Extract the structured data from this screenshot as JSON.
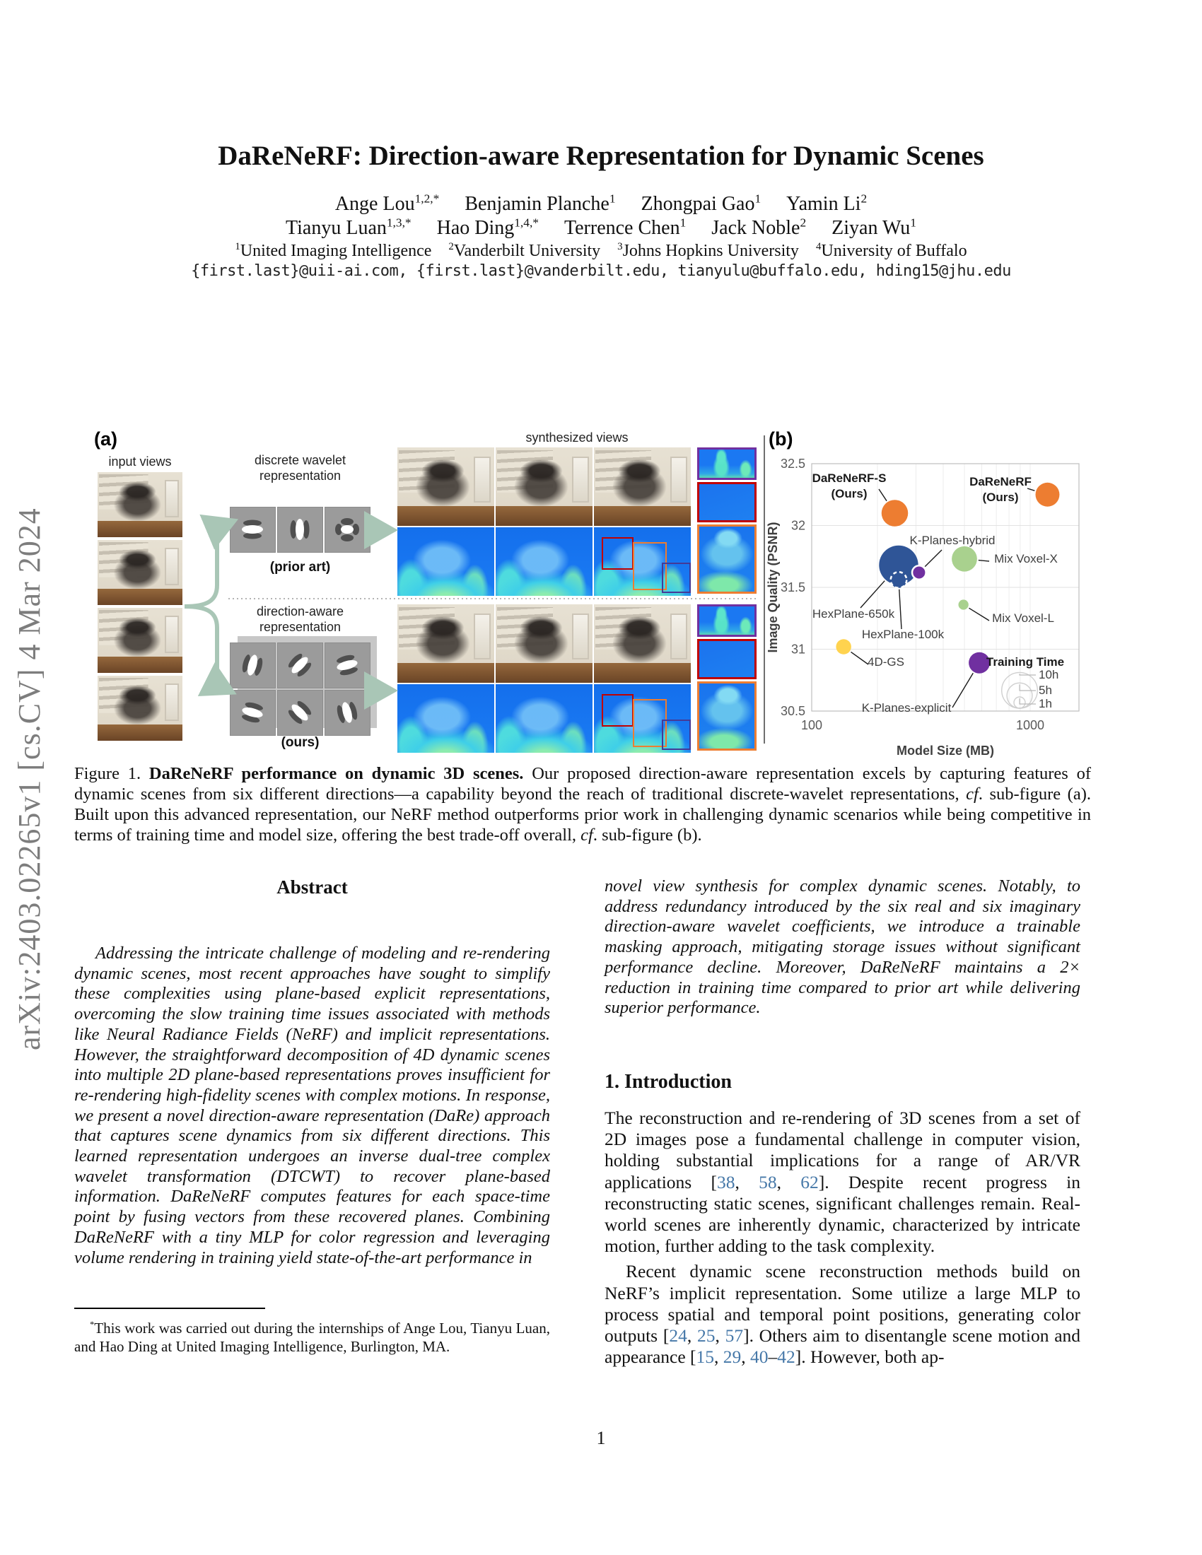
{
  "arxiv_sidebar": "arXiv:2403.02265v1  [cs.CV]  4 Mar 2024",
  "title": "DaReNeRF: Direction-aware Representation for Dynamic Scenes",
  "authors": {
    "line1": [
      {
        "name": "Ange Lou",
        "sup": "1,2,*"
      },
      {
        "name": "Benjamin Planche",
        "sup": "1"
      },
      {
        "name": "Zhongpai Gao",
        "sup": "1"
      },
      {
        "name": "Yamin Li",
        "sup": "2"
      }
    ],
    "line2": [
      {
        "name": "Tianyu Luan",
        "sup": "1,3,*"
      },
      {
        "name": "Hao Ding",
        "sup": "1,4,*"
      },
      {
        "name": "Terrence Chen",
        "sup": "1"
      },
      {
        "name": "Jack Noble",
        "sup": "2"
      },
      {
        "name": "Ziyan Wu",
        "sup": "1"
      }
    ]
  },
  "affiliations": [
    {
      "sup": "1",
      "name": "United Imaging Intelligence"
    },
    {
      "sup": "2",
      "name": "Vanderbilt University"
    },
    {
      "sup": "3",
      "name": "Johns Hopkins University"
    },
    {
      "sup": "4",
      "name": "University of Buffalo"
    }
  ],
  "emails": "{first.last}@uii-ai.com, {first.last}@vanderbilt.edu, tianyulu@buffalo.edu, hding15@jhu.edu",
  "figure": {
    "panel_a": {
      "tag": "(a)",
      "input_views_label": "input views",
      "dwt_lines": [
        "discrete wavelet",
        "representation"
      ],
      "prior_art_label": "(prior art)",
      "dar_lines": [
        "direction-aware",
        "representation"
      ],
      "ours_label": "(ours)",
      "synth_label": "synthesized views",
      "prior_wavelets": [
        "horizontal",
        "vertical",
        "diagonal"
      ],
      "ours_wavelet_angles": [
        75,
        45,
        15,
        -15,
        -45,
        -75
      ]
    },
    "panel_b": {
      "tag": "(b)"
    }
  },
  "chart_data": {
    "type": "scatter",
    "title": "",
    "xlabel": "Model Size (MB)",
    "ylabel": "Image Quality (PSNR)",
    "x_scale": "log",
    "xlim": [
      100,
      1700
    ],
    "ylim": [
      30.5,
      32.5
    ],
    "x_ticks": [
      100,
      1000
    ],
    "y_ticks": [
      30.5,
      31,
      31.5,
      32,
      32.5
    ],
    "grid": true,
    "bubble_size_encodes": "training time (hours)",
    "legend": {
      "title": "Training Time",
      "position": "bottom-right",
      "entries": [
        {
          "label": "10h",
          "hours": 10
        },
        {
          "label": "5h",
          "hours": 5
        },
        {
          "label": "1h",
          "hours": 1
        }
      ]
    },
    "points": [
      {
        "label": "DaReNeRF-S (Ours)",
        "model_size_mb": 240,
        "psnr": 32.1,
        "train_hours": 5.5,
        "color": "#ED7D31",
        "emph": true
      },
      {
        "label": "DaReNeRF (Ours)",
        "model_size_mb": 1200,
        "psnr": 32.25,
        "train_hours": 4.5,
        "color": "#ED7D31",
        "emph": true
      },
      {
        "label": "HexPlane-650k",
        "model_size_mb": 250,
        "psnr": 31.68,
        "train_hours": 12,
        "color": "#2F5597"
      },
      {
        "label": "HexPlane-100k",
        "model_size_mb": 250,
        "psnr": 31.56,
        "train_hours": 2,
        "color": "#2F5597",
        "ring": "dashed"
      },
      {
        "label": "K-Planes-hybrid",
        "model_size_mb": 310,
        "psnr": 31.62,
        "train_hours": 1.5,
        "color": "#7030A0",
        "ring": "solid"
      },
      {
        "label": "Mix Voxel-X",
        "model_size_mb": 500,
        "psnr": 31.73,
        "train_hours": 5,
        "color": "#A9D18E"
      },
      {
        "label": "Mix Voxel-L",
        "model_size_mb": 495,
        "psnr": 31.36,
        "train_hours": 0.8,
        "color": "#A9D18E"
      },
      {
        "label": "4D-GS",
        "model_size_mb": 140,
        "psnr": 31.02,
        "train_hours": 1.8,
        "color": "#FFD34F"
      },
      {
        "label": "K-Planes-explicit",
        "model_size_mb": 585,
        "psnr": 30.89,
        "train_hours": 3.5,
        "color": "#7030A0"
      }
    ]
  },
  "caption_segments": [
    {
      "t": "Figure 1. "
    },
    {
      "t": "DaReNeRF performance on dynamic 3D scenes.",
      "s": "b"
    },
    {
      "t": " Our proposed direction-aware representation excels by capturing features of dynamic scenes from six different directions—a capability beyond the reach of traditional discrete-wavelet representations, "
    },
    {
      "t": "cf",
      "s": "i"
    },
    {
      "t": ". sub-figure (a). Built upon this advanced representation, our NeRF method outperforms prior work in challenging dynamic scenarios while being competitive in terms of training time and model size, offering the best trade-off overall, "
    },
    {
      "t": "cf",
      "s": "i"
    },
    {
      "t": ". sub-figure (b)."
    }
  ],
  "abstract": {
    "heading": "Abstract",
    "text": "Addressing the intricate challenge of modeling and re-rendering dynamic scenes, most recent approaches have sought to simplify these complexities using plane-based explicit representations, overcoming the slow training time issues associated with methods like Neural Radiance Fields (NeRF) and implicit representations. However, the straightforward decomposition of 4D dynamic scenes into multiple 2D plane-based representations proves insufficient for re-rendering high-fidelity scenes with complex motions. In response, we present a novel direction-aware representation (DaRe) approach that captures scene dynamics from six different directions. This learned representation undergoes an inverse dual-tree complex wavelet transformation (DTCWT) to recover plane-based information. DaReNeRF computes features for each space-time point by fusing vectors from these recovered planes. Combining DaReNeRF with a tiny MLP for color regression and leveraging volume rendering in training yield state-of-the-art performance in"
  },
  "body_right": {
    "abstract_cont": "novel view synthesis for complex dynamic scenes. Notably, to address redundancy introduced by the six real and six imaginary direction-aware wavelet coefficients, we introduce a trainable masking approach, mitigating storage issues without significant performance decline. Moreover, DaReNeRF maintains a 2× reduction in training time compared to prior art while delivering superior performance.",
    "intro_heading": "1. Introduction",
    "para1_segments": [
      {
        "t": "The reconstruction and re-rendering of 3D scenes from a set of 2D images pose a fundamental challenge in computer vision, holding substantial implications for a range of AR/VR applications ["
      },
      {
        "t": "38",
        "s": "cite"
      },
      {
        "t": ", "
      },
      {
        "t": "58",
        "s": "cite"
      },
      {
        "t": ", "
      },
      {
        "t": "62",
        "s": "cite"
      },
      {
        "t": "]. Despite recent progress in reconstructing static scenes, significant challenges remain. Real-world scenes are inherently dynamic, characterized by intricate motion, further adding to the task complexity."
      }
    ],
    "para2_segments": [
      {
        "t": "Recent dynamic scene reconstruction methods build on NeRF’s implicit representation. Some utilize a large MLP to process spatial and temporal point positions, generating color outputs ["
      },
      {
        "t": "24",
        "s": "cite"
      },
      {
        "t": ", "
      },
      {
        "t": "25",
        "s": "cite"
      },
      {
        "t": ", "
      },
      {
        "t": "57",
        "s": "cite"
      },
      {
        "t": "]. Others aim to disentangle scene motion and appearance ["
      },
      {
        "t": "15",
        "s": "cite"
      },
      {
        "t": ", "
      },
      {
        "t": "29",
        "s": "cite"
      },
      {
        "t": ", "
      },
      {
        "t": "40",
        "s": "cite"
      },
      {
        "t": "–"
      },
      {
        "t": "42",
        "s": "cite"
      },
      {
        "t": "]. However, both ap-"
      }
    ]
  },
  "footnote_segments": [
    {
      "t": "*",
      "s": "sup"
    },
    {
      "t": "This work was carried out during the internships of Ange Lou, Tianyu Luan, and Hao Ding at United Imaging Intelligence, Burlington, MA."
    }
  ],
  "page_number": "1"
}
